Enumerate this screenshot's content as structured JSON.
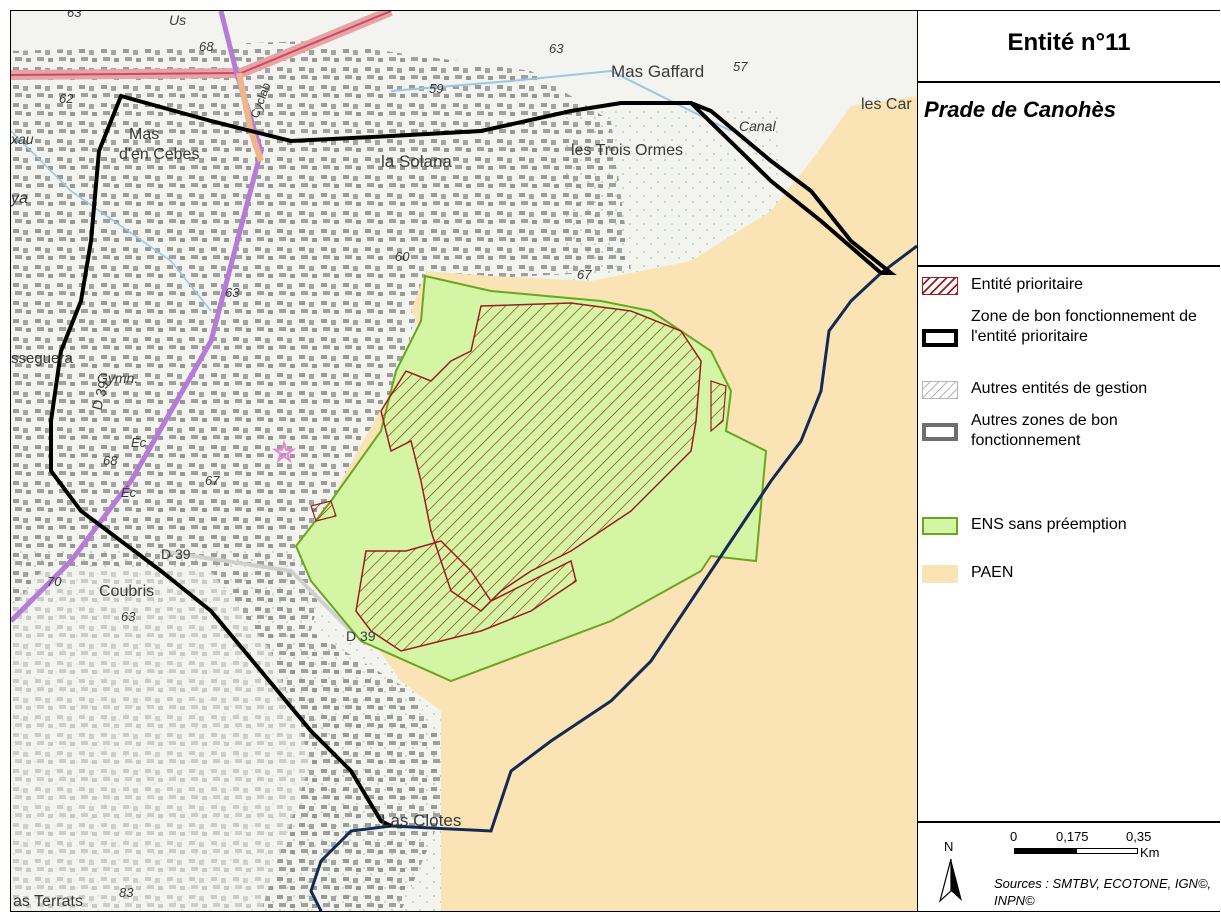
{
  "title": "Entité n°11",
  "subtitle": "Prade de Canohès",
  "legend": [
    {
      "label": "Entité prioritaire"
    },
    {
      "label": "Zone de bon fonctionnement de l'entité prioritaire"
    },
    {
      "label": "Autres entités de gestion"
    },
    {
      "label": "Autres zones de bon fonctionnement"
    },
    {
      "label": "ENS sans préemption"
    },
    {
      "label": "PAEN"
    }
  ],
  "scale": {
    "ticks": [
      "0",
      "0,175",
      "0,35"
    ],
    "unit": "Km"
  },
  "north_label": "N",
  "sources": "Sources : SMTBV, ECOTONE, IGN©, INPN©",
  "map_labels": {
    "mas_gaffard": "Mas Gaffard",
    "mas": "Mas",
    "en_cebes": "d'en Cebes",
    "la_solana": "la Solana",
    "les_trois_ormes": "les Trois Ormes",
    "les_car": "les Car",
    "canal": "Canal",
    "gymn": "Gymn.",
    "d39_a": "D 39",
    "d39_b": "D 39",
    "d39_c": "D 39",
    "coubris": "Coubris",
    "las_clotes": "Las Clotes",
    "as_terrats": "as Terrats",
    "ec1": "Éc",
    "ec2": "Éc",
    "ya": "ya",
    "xau": "xau",
    "sseguera": "sseguera",
    "cyclab": "Cyclab",
    "us": "Us",
    "alt_63a": "63",
    "alt_68a": "68",
    "alt_62": "62",
    "alt_59": "59",
    "alt_63b": "63",
    "alt_57": "57",
    "alt_60": "60",
    "alt_67a": "67",
    "alt_63c": "63",
    "alt_68b": "68",
    "alt_67b": "67",
    "alt_70": "70",
    "alt_63d": "63",
    "alt_83": "83"
  },
  "colors": {
    "paen": "#fae3b4",
    "ens": "#d4f5a3",
    "ens_stroke": "#6aa61f",
    "priority_hatch": "#9b1d1d",
    "zone_outline": "#000000",
    "river": "#142a52",
    "other_zone": "#6e6e6e"
  }
}
